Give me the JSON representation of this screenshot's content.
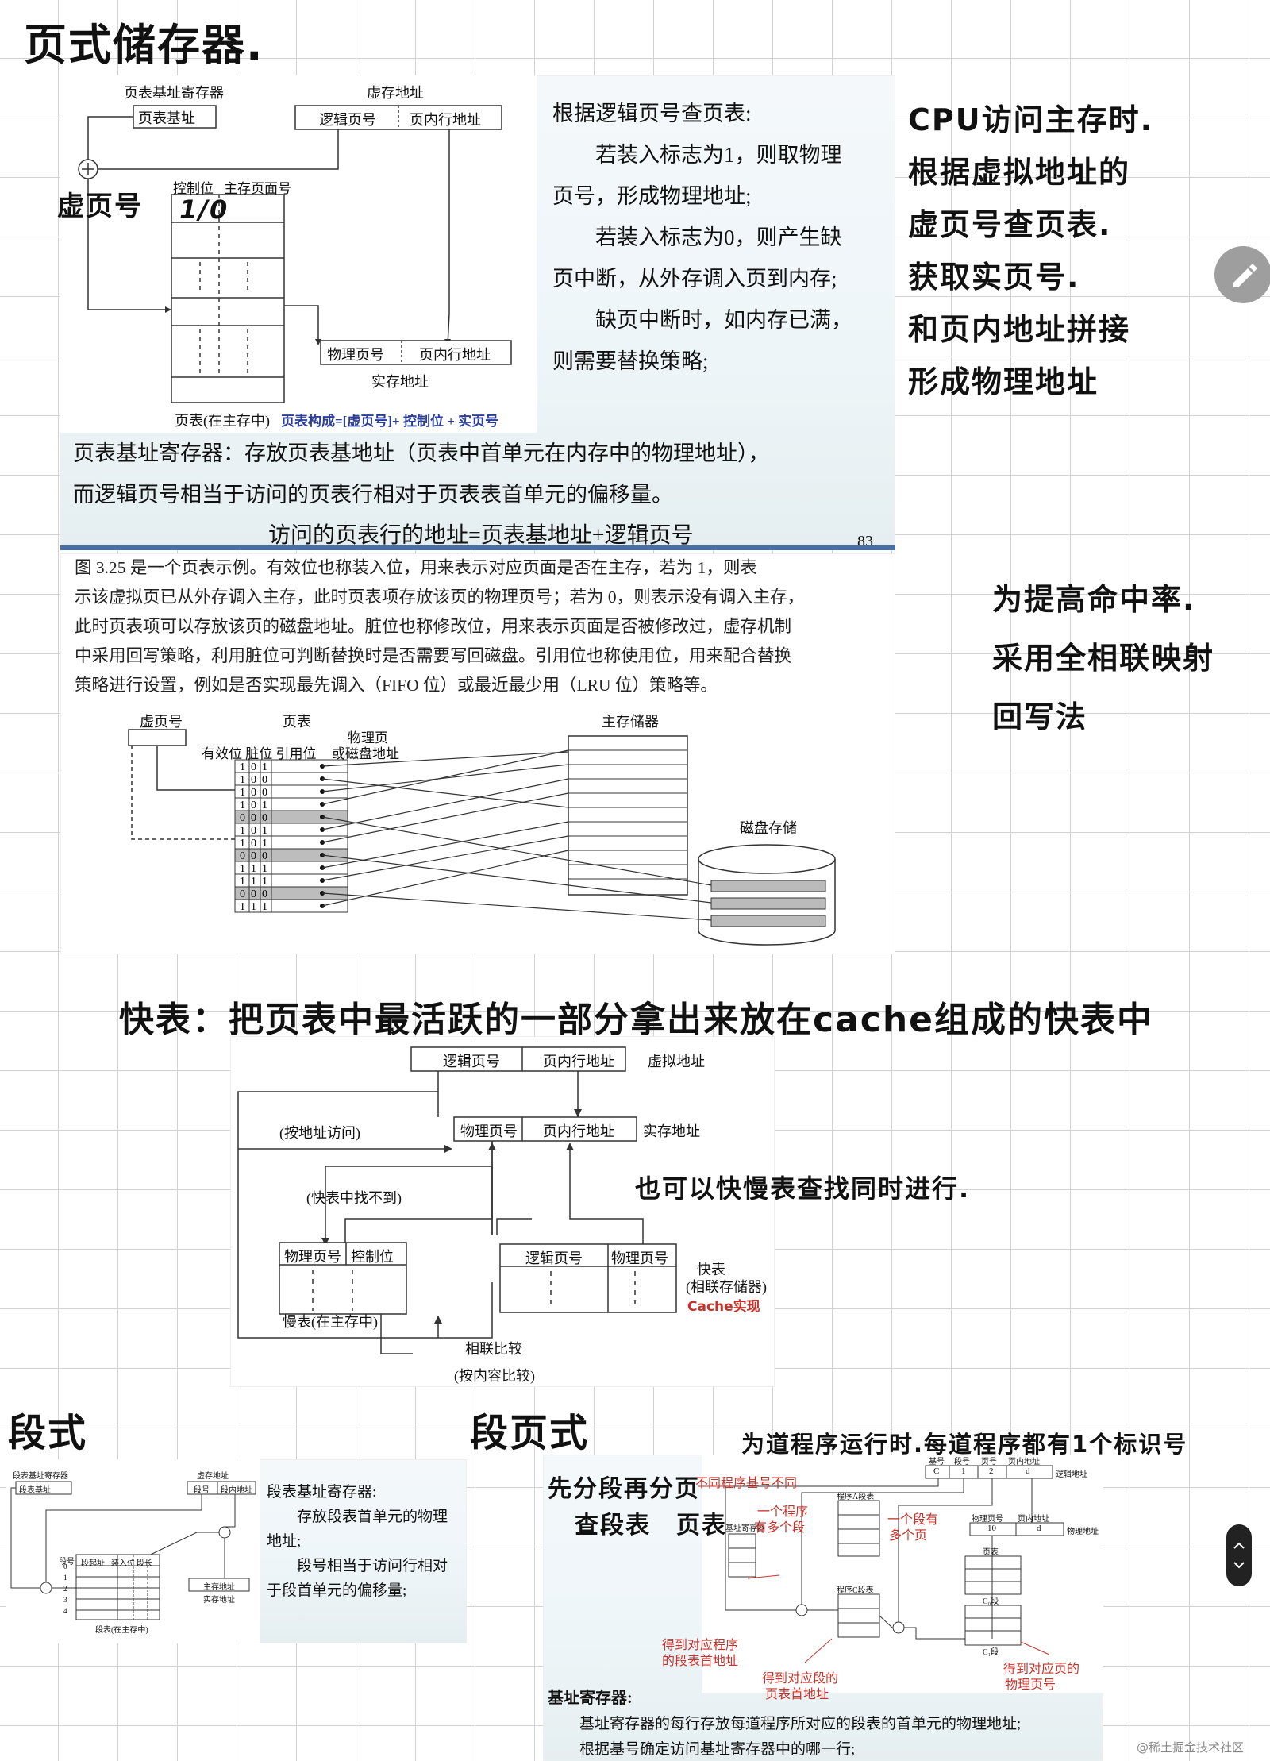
{
  "title": "页式储存器.",
  "s1": {
    "reg_label": "页表基址寄存器",
    "reg_box": "页表基址",
    "vaddr_label": "虚存地址",
    "vpage": "逻辑页号",
    "offset": "页内行地址",
    "control": "控制位",
    "mainpage": "主存页面号",
    "virt_hand": "虚页号",
    "bits_hand": "1/0",
    "ppage": "物理页号",
    "poffset": "页内行地址",
    "real_label": "实存地址",
    "caption_a": "页表(在主存中)",
    "caption_b": "页表构成=[虚页号]+ 控制位 + 实页号",
    "right_lines": [
      "根据逻辑页号查页表:",
      "　　若装入标志为1，则取物理",
      "页号，形成物理地址;",
      "　　若装入标志为0，则产生缺",
      "页中断，从外存调入页到内存;",
      "　　缺页中断时，如内存已满，",
      "则需要替换策略;"
    ],
    "bottom_1": "页表基址寄存器：存放页表基地址（页表中首单元在内存中的物理地址），",
    "bottom_2": "而逻辑页号相当于访问的页表行相对于页表表首单元的偏移量。",
    "bottom_3": "访问的页表行的地址=页表基地址+逻辑页号",
    "page_no": "83"
  },
  "notes1": [
    "CPU访问主存时.",
    "根据虚拟地址的",
    "虚页号查页表.",
    "获取实页号.",
    "和页内地址拼接",
    "形成物理地址"
  ],
  "s2": {
    "para": [
      "图 3.25 是一个页表示例。有效位也称装入位，用来表示对应页面是否在主存，若为 1，则表",
      "示该虚拟页已从外存调入主存，此时页表项存放该页的物理页号；若为 0，则表示没有调入主存，",
      "此时页表项可以存放该页的磁盘地址。脏位也称修改位，用来表示页面是否被修改过，虚存机制",
      "中采用回写策略，利用脏位可判断替换时是否需要写回磁盘。引用位也称使用位，用来配合替换",
      "策略进行设置，例如是否实现最先调入（FIFO 位）或最近最少用（LRU 位）策略等。"
    ],
    "vpage": "虚页号",
    "ptable": "页表",
    "phys1": "物理页",
    "phys2": "或磁盘地址",
    "cols": "有效位 脏位 引用位",
    "main_mem": "主存储器",
    "disk": "磁盘存储",
    "rows": [
      "101",
      "100",
      "100",
      "101",
      "000",
      "101",
      "101",
      "000",
      "111",
      "111",
      "000",
      "111"
    ]
  },
  "notes2": [
    "为提高命中率.",
    "采用全相联映射",
    "回写法"
  ],
  "fast_heading": "快表：把页表中最活跃的一部分拿出来放在cache组成的快表中",
  "s3": {
    "vpage": "逻辑页号",
    "offset": "页内行地址",
    "vaddr": "虚拟地址",
    "by_addr": "(按地址访问)",
    "ppage": "物理页号",
    "poffset": "页内行地址",
    "real": "实存地址",
    "miss": "(快表中找不到)",
    "slow_ppage": "物理页号",
    "slow_ctrl": "控制位",
    "slow_cap": "慢表(在主存中)",
    "fast_vpage": "逻辑页号",
    "fast_ppage": "物理页号",
    "fast_cap1": "快表",
    "fast_cap2": "(相联存储器)",
    "fast_cap3": "Cache实现",
    "assoc1": "相联比较",
    "assoc2": "(按内容比较)",
    "note": "也可以快慢表查找同时进行."
  },
  "seg": {
    "heading": "段式",
    "reg": "段表基址寄存器",
    "reg_box": "段表基址",
    "vaddr": "虚存地址",
    "seg_no": "段号",
    "offset": "段内地址",
    "col1": "段起址",
    "col2": "装入位",
    "col3": "段长",
    "seg_idx": "段号",
    "caption": "段表(在主存中)",
    "paddr1": "主存地址",
    "paddr2": "实存地址",
    "text": [
      "段表基址寄存器:",
      "　　存放段表首单元的物理",
      "地址;",
      "　　段号相当于访问行相对",
      "于段首单元的偏移量;"
    ]
  },
  "segpage": {
    "heading": "段页式",
    "top_note": "为道程序运行时.每道程序都有1个标识号",
    "left_note_1": "先分段再分页",
    "left_note_2": "查段表　页表",
    "red1": "不同程序基号不同",
    "red2": "一个程序",
    "red3": "有多个段",
    "red4": "一个段有",
    "red5": "多个页",
    "red6": "得到对应程序",
    "red7": "的段表首地址",
    "red8": "得到对应段的",
    "red9": "页表首地址",
    "red10": "得到对应页的",
    "red11": "物理页号",
    "hdr": [
      "基号",
      "段号",
      "页号",
      "页内地址"
    ],
    "hdr_vals": [
      "C",
      "1",
      "2",
      "d"
    ],
    "logic": "逻辑地址",
    "phys_hdr": [
      "物理页号",
      "页内地址"
    ],
    "phys_vals": [
      "10",
      "d"
    ],
    "phys": "物理地址",
    "base_reg": "基址寄存器",
    "segtable_a": "程序A段表",
    "segtable_c": "程序C段表",
    "pagetable": "页表",
    "c0": "C₀段",
    "c1": "C₁段",
    "bottom_label": "基址寄存器:",
    "bottom_1": "基址寄存器的每行存放每道程序所对应的段表的首单元的物理地址;",
    "bottom_2": "根据基号确定访问基址寄存器中的哪一行;",
    "watermark": "@稀土掘金技术社区"
  },
  "colors": {
    "accent_red": "#c8322a",
    "blue_caption": "#2a3e9a",
    "grid": "#d2d2d2"
  }
}
